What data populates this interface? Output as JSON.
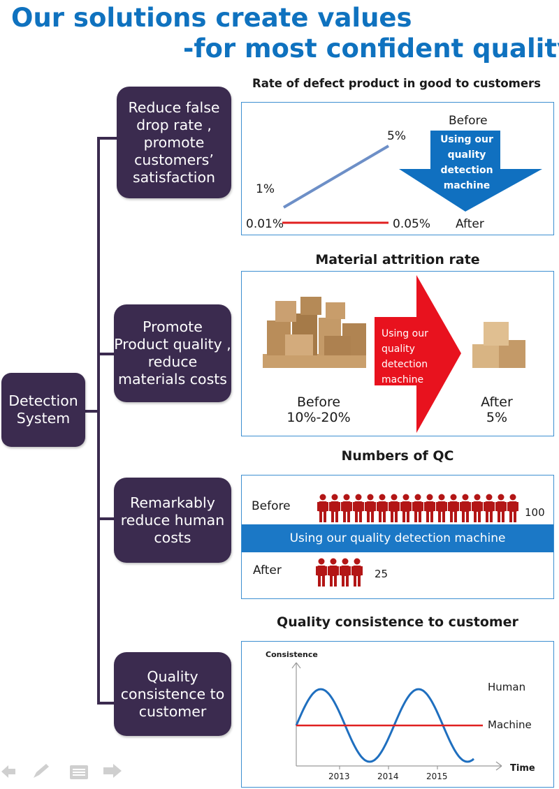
{
  "title": {
    "line1": "Our solutions create values",
    "line2": "-for most confident quality"
  },
  "root": {
    "label": "Detection\nSystem"
  },
  "branches": [
    {
      "label": "Reduce false\ndrop rate ,\npromote\ncustomers’\nsatisfaction"
    },
    {
      "label": "Promote\nProduct quality ,\nreduce\nmaterials costs"
    },
    {
      "label": "Remarkably\nreduce human\ncosts"
    },
    {
      "label": "Quality\nconsistence to\ncustomer"
    }
  ],
  "defect": {
    "title": "Rate of defect product in good to customers",
    "before_label": "Before",
    "after_label": "After",
    "arrow_text": "Using our\nquality\ndetection\nmachine",
    "before_start": "1%",
    "before_end": "5%",
    "after_start": "0.01%",
    "after_end": "0.05%",
    "colors": {
      "before_line": "#6d8fc7",
      "after_line": "#e02020",
      "arrow": "#1070c0"
    }
  },
  "attrition": {
    "title": "Material attrition rate",
    "before_label": "Before",
    "before_value": "10%-20%",
    "after_label": "After",
    "after_value": "5%",
    "arrow_text": "Using our\nquality\ndetection\nmachine",
    "colors": {
      "arrow": "#e8121e"
    }
  },
  "qc": {
    "title": "Numbers of QC",
    "before_label": "Before",
    "before_count": "100",
    "after_label": "After",
    "after_count": "25",
    "band_text": "Using our quality detection machine",
    "before_icons": 17,
    "after_icons": 4,
    "colors": {
      "person": "#b31616",
      "band": "#1b78c6"
    }
  },
  "consistence": {
    "title": "Quality consistence to customer",
    "y_label": "Consistence",
    "x_label": "Time",
    "x_ticks": [
      "2013",
      "2014",
      "2015"
    ],
    "series": [
      {
        "name": "Human",
        "shape": "sine"
      },
      {
        "name": "Machine",
        "shape": "flat"
      }
    ],
    "colors": {
      "human": "#1f6fbf",
      "machine": "#e02020"
    }
  },
  "toolbar_icons": [
    "back-arrow-icon",
    "pen-icon",
    "menu-icon",
    "forward-arrow-icon"
  ]
}
